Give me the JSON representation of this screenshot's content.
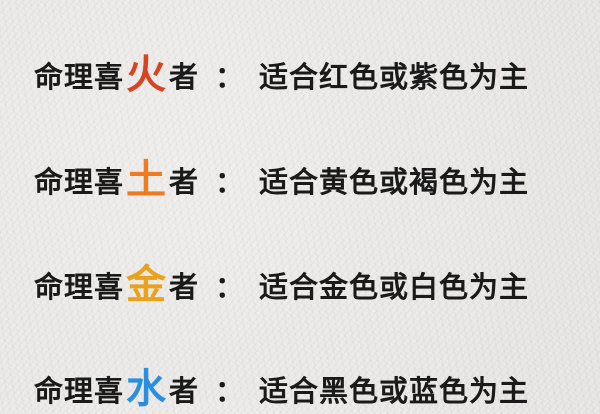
{
  "lines": [
    {
      "prefix": "命理喜",
      "element": "火",
      "element_color": "#d9441e",
      "suffix": "者",
      "colon": "：",
      "advice": "适合红色或紫色为主"
    },
    {
      "prefix": "命理喜",
      "element": "土",
      "element_color": "#ee7a22",
      "suffix": "者",
      "colon": "：",
      "advice": "适合黄色或褐色为主"
    },
    {
      "prefix": "命理喜",
      "element": "金",
      "element_color": "#eaa21c",
      "suffix": "者",
      "colon": "：",
      "advice": "适合金色或白色为主"
    },
    {
      "prefix": "命理喜",
      "element": "水",
      "element_color": "#2a8fe0",
      "suffix": "者",
      "colon": "：",
      "advice": "适合黑色或蓝色为主"
    }
  ]
}
